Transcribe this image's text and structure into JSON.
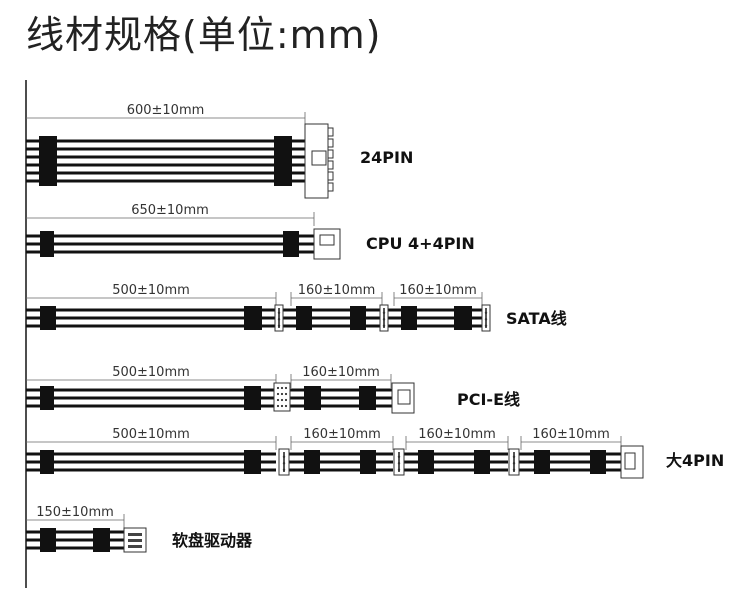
{
  "title": "线材规格(单位:mm)",
  "colors": {
    "wire": "#111111",
    "connector": "#ffffff",
    "text": "#222222"
  },
  "cables": [
    {
      "id": "24pin",
      "label": "24PIN",
      "segments": [
        "600±10mm"
      ],
      "connector": "24pin-connector"
    },
    {
      "id": "cpu",
      "label": "CPU 4+4PIN",
      "segments": [
        "650±10mm"
      ],
      "connector": "cpu-connector"
    },
    {
      "id": "sata",
      "label": "SATA线",
      "segments": [
        "500±10mm",
        "160±10mm",
        "160±10mm"
      ],
      "connector": "sata-connector"
    },
    {
      "id": "pcie",
      "label": "PCI-E线",
      "segments": [
        "500±10mm",
        "160±10mm"
      ],
      "connector": "pcie-connector"
    },
    {
      "id": "molex",
      "label": "大4PIN",
      "segments": [
        "500±10mm",
        "160±10mm",
        "160±10mm",
        "160±10mm"
      ],
      "connector": "molex-connector"
    },
    {
      "id": "floppy",
      "label": "软盘驱动器",
      "segments": [
        "150±10mm"
      ],
      "connector": "floppy-connector"
    }
  ]
}
